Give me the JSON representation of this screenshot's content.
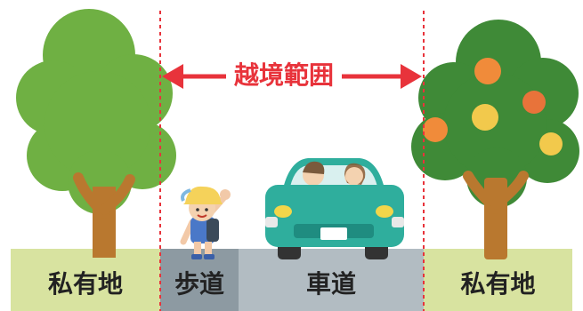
{
  "diagram": {
    "span_label": "越境範囲",
    "zones": {
      "private_left": "私有地",
      "sidewalk": "歩道",
      "roadway": "車道",
      "private_right": "私有地"
    }
  },
  "colors": {
    "boundary_line": "#e8333b",
    "arrow": "#e8333b",
    "private_land": "#d8e3a0",
    "sidewalk": "#8d9aa2",
    "roadway": "#b2bcc2",
    "car_body": "#2fae9d",
    "tree_left": "#6fb043",
    "tree_right": "#3f8a37",
    "trunk": "#b9782f",
    "fruit_orange": "#f08b3a",
    "fruit_yellow": "#f2c94c"
  }
}
